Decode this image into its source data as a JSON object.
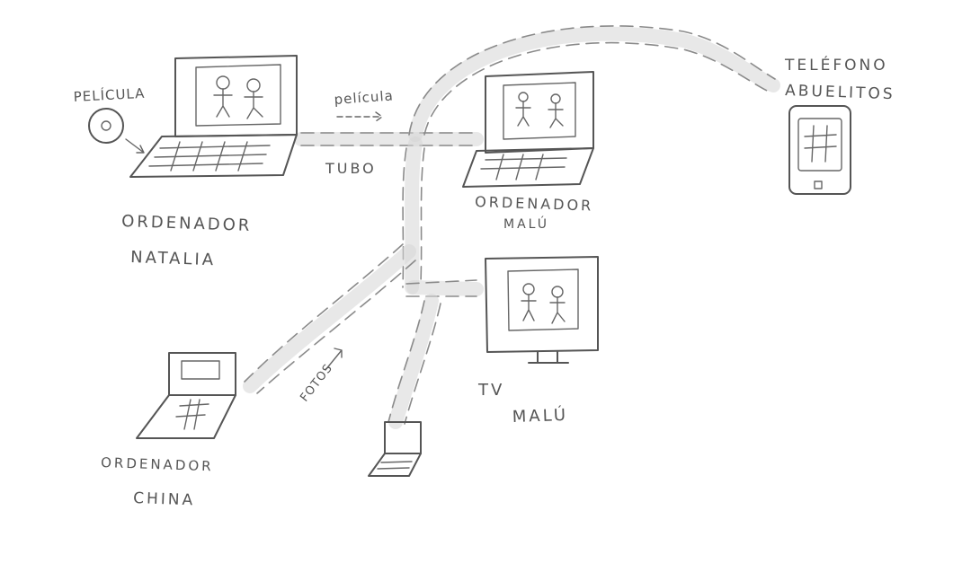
{
  "labels": {
    "pelicula_disc": "PELÍCULA",
    "pelicula_arrow": "película",
    "tubo": "TUBO",
    "ordenador_natalia_line1": "ORDENADOR",
    "ordenador_natalia_line2": "NATALIA",
    "ordenador_malu_line1": "ORDENADOR",
    "ordenador_malu_line2": "MALÚ",
    "telefono_line1": "TELÉFONO",
    "telefono_line2": "ABUELITOS",
    "tv_line1": "TV",
    "tv_line2": "MALÚ",
    "fotos": "FOTOS",
    "ordenador_china_line1": "ORDENADOR",
    "ordenador_china_line2": "CHINA"
  },
  "style": {
    "ink_color": "#555555",
    "pipe_color": "#8a8a8a"
  }
}
